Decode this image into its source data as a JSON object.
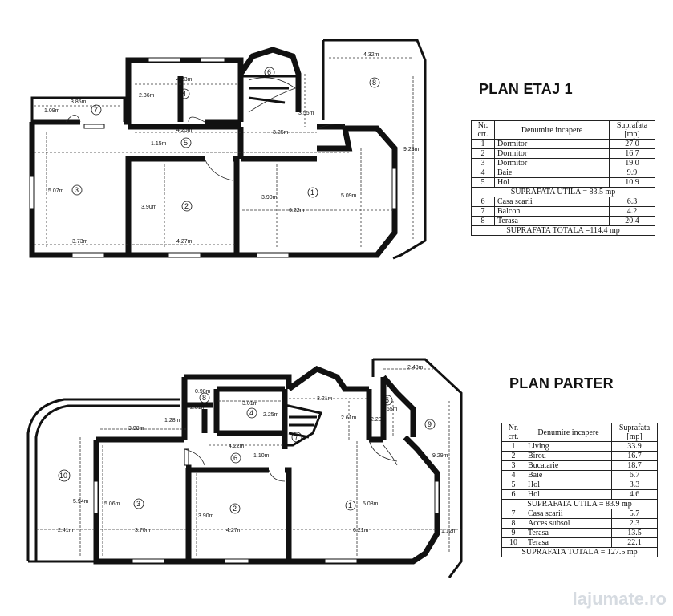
{
  "upper": {
    "title": "PLAN ETAJ 1",
    "table": {
      "headers": [
        "Nr. crt.",
        "Denumire incapere",
        "Suprafata [mp]"
      ],
      "rows": [
        {
          "nr": "1",
          "name": "Dormitor",
          "area": "27.0"
        },
        {
          "nr": "2",
          "name": "Dormitor",
          "area": "16.7"
        },
        {
          "nr": "3",
          "name": "Dormitor",
          "area": "19.0"
        },
        {
          "nr": "4",
          "name": "Baie",
          "area": "9.9"
        },
        {
          "nr": "5",
          "name": "Hol",
          "area": "10.9"
        }
      ],
      "subtotal": "SUPRAFATA UTILA = 83.5 mp",
      "extra_rows": [
        {
          "nr": "6",
          "name": "Casa scarii",
          "area": "6.3"
        },
        {
          "nr": "7",
          "name": "Balcon",
          "area": "4.2"
        },
        {
          "nr": "8",
          "name": "Terasa",
          "area": "20.4"
        }
      ],
      "total": "SUPRAFATA TOTALA =114.4 mp"
    },
    "dims": [
      "4.32m",
      "4.23m",
      "2.36m",
      "3.85m",
      "1.09m",
      "4.25m",
      "3.25m",
      "3.55m",
      "1.15m",
      "9.23m",
      "5.07m",
      "3.90m",
      "3.90m",
      "5.09m",
      "6.22m",
      "3.73m",
      "4.27m"
    ],
    "labels": [
      "1",
      "2",
      "3",
      "4",
      "5",
      "6",
      "7",
      "8"
    ]
  },
  "lower": {
    "title": "PLAN PARTER",
    "table": {
      "headers": [
        "Nr. crt.",
        "Denumire incapere",
        "Suprafata [mp]"
      ],
      "rows": [
        {
          "nr": "1",
          "name": "Living",
          "area": "33.9"
        },
        {
          "nr": "2",
          "name": "Birou",
          "area": "16.7"
        },
        {
          "nr": "3",
          "name": "Bucatarie",
          "area": "18.7"
        },
        {
          "nr": "4",
          "name": "Baie",
          "area": "6.7"
        },
        {
          "nr": "5",
          "name": "Hol",
          "area": "3.3"
        },
        {
          "nr": "6",
          "name": "Hol",
          "area": "4.6"
        }
      ],
      "subtotal": "SUPRAFATA UTILA = 83.9 mp",
      "extra_rows": [
        {
          "nr": "7",
          "name": "Casa scarii",
          "area": "5.7"
        },
        {
          "nr": "8",
          "name": "Acces subsol",
          "area": "2.3"
        },
        {
          "nr": "9",
          "name": "Terasa",
          "area": "13.5"
        },
        {
          "nr": "10",
          "name": "Terasa",
          "area": "22.1"
        }
      ],
      "total": "SUPRAFATA TOTALA = 127.5 mp"
    },
    "dims": [
      "2.48m",
      "0.98m",
      "2.31m",
      "3.01m",
      "2.25m",
      "3.21m",
      "1.65m",
      "2.20m",
      "2.61m",
      "1.28m",
      "3.98m",
      "4.22m",
      "1.10m",
      "9.29m",
      "5.94m",
      "5.06m",
      "3.90m",
      "5.08m",
      "2.41m",
      "3.70m",
      "4.27m",
      "6.21m",
      "1.12m"
    ],
    "labels": [
      "1",
      "2",
      "3",
      "4",
      "5",
      "6",
      "7",
      "8",
      "9",
      "10"
    ]
  },
  "watermark": "lajumate.ro"
}
